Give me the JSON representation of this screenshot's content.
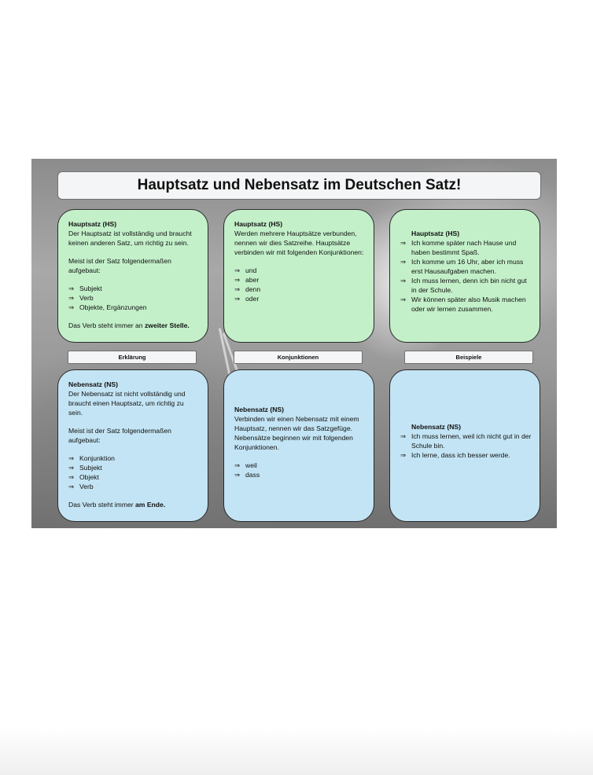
{
  "title": "Hauptsatz und Nebensatz im Deutschen Satz!",
  "labels": {
    "explanation": "Erklärung",
    "conjunctions": "Konjunktionen",
    "examples": "Beispiele"
  },
  "arrow": "⇒",
  "hs_explanation": {
    "heading": "Hauptsatz (HS)",
    "intro": "Der Hauptsatz ist vollständig und braucht keinen anderen Satz, um richtig zu sein.",
    "structure": "Meist ist der Satz folgendermaßen aufgebaut:",
    "items": [
      "Subjekt",
      "Verb",
      "Objekte, Ergänzungen"
    ],
    "verb_prefix": "Das Verb steht immer an ",
    "verb_bold": "zweiter Stelle."
  },
  "hs_conjunctions": {
    "heading": "Hauptsatz (HS)",
    "intro": "Werden mehrere Hauptsätze verbunden, nennen wir dies Satzreihe. Hauptsätze verbinden wir mit folgenden Konjunktionen:",
    "items": [
      "und",
      "aber",
      "denn",
      "oder"
    ]
  },
  "hs_examples": {
    "heading": "Hauptsatz (HS)",
    "items": [
      "Ich komme später nach Hause und haben bestimmt Spaß.",
      "Ich komme um 16 Uhr, aber ich muss erst Hausaufgaben machen.",
      "Ich muss lernen, denn ich bin nicht gut in der Schule.",
      "Wir können später also Musik machen oder wir lernen zusammen."
    ]
  },
  "ns_explanation": {
    "heading": "Nebensatz (NS)",
    "intro": "Der Nebensatz ist nicht vollständig und braucht einen Hauptsatz, um richtig zu sein.",
    "structure": "Meist ist der Satz folgendermaßen aufgebaut:",
    "items": [
      "Konjunktion",
      "Subjekt",
      "Objekt",
      "Verb"
    ],
    "verb_prefix": "Das Verb steht immer ",
    "verb_bold": "am Ende."
  },
  "ns_conjunctions": {
    "heading": "Nebensatz (NS)",
    "intro": "Verbinden wir einen Nebensatz mit einem Hauptsatz, nennen wir das Satzgefüge. Nebensätze beginnen wir mit folgenden Konjunktionen.",
    "items": [
      "weil",
      "dass"
    ]
  },
  "ns_examples": {
    "heading": "Nebensatz (NS)",
    "items": [
      "Ich muss lernen, weil ich nicht gut in der Schule bin.",
      "Ich lerne, dass ich besser werde."
    ]
  }
}
